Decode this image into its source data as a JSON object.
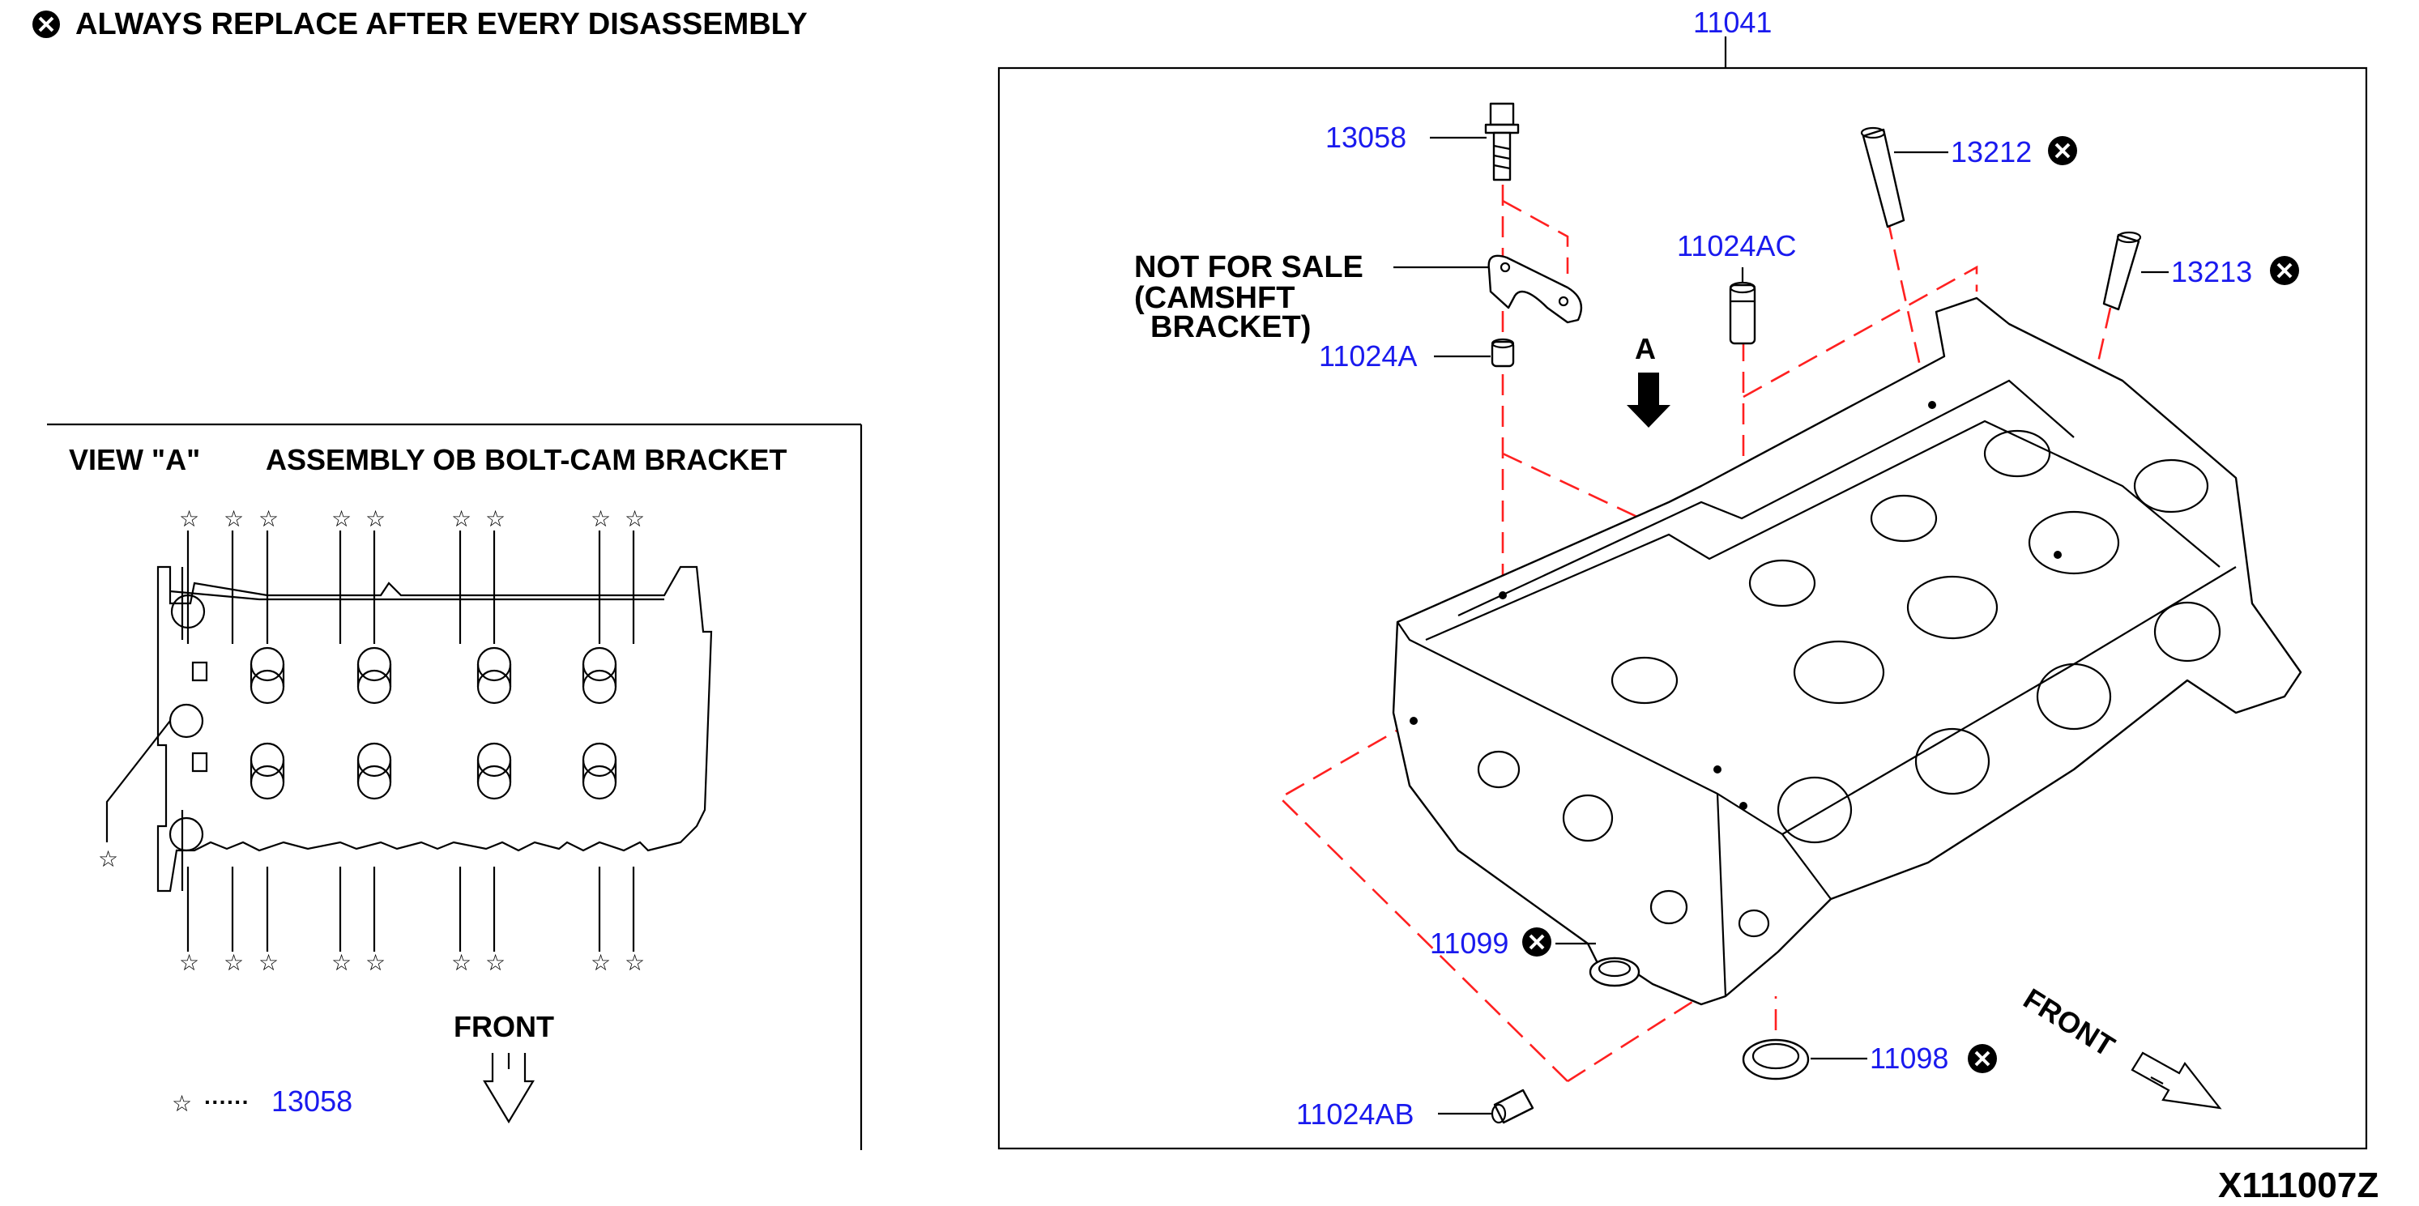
{
  "header_note": "ALWAYS REPLACE AFTER EVERY DISASSEMBLY",
  "diagram_code": "X111007Z",
  "main_frame_label": "11041",
  "view_a": {
    "title_view": "VIEW \"A\"",
    "title_assembly": "ASSEMBLY OB BOLT-CAM BRACKET",
    "front_label": "FRONT",
    "legend_symbol": "☆",
    "legend_dots": "······",
    "legend_part": "13058"
  },
  "view_arrow_label": "A",
  "front_label": "FRONT",
  "not_for_sale": {
    "line1": "NOT FOR SALE",
    "line2": "(CAMSHFT",
    "line3": "BRACKET)"
  },
  "parts": {
    "p13058": "13058",
    "p13212": "13212",
    "p13213": "13213",
    "p11024AC": "11024AC",
    "p11024A": "11024A",
    "p11099": "11099",
    "p11098": "11098",
    "p11024AB": "11024AB"
  },
  "icons": {
    "replace_symbol": "circled-x-icon",
    "star_symbol": "star-outline-icon"
  },
  "colors": {
    "part_number": "#1a1aee",
    "guide_line": "#ff2020",
    "ink": "#000000"
  }
}
